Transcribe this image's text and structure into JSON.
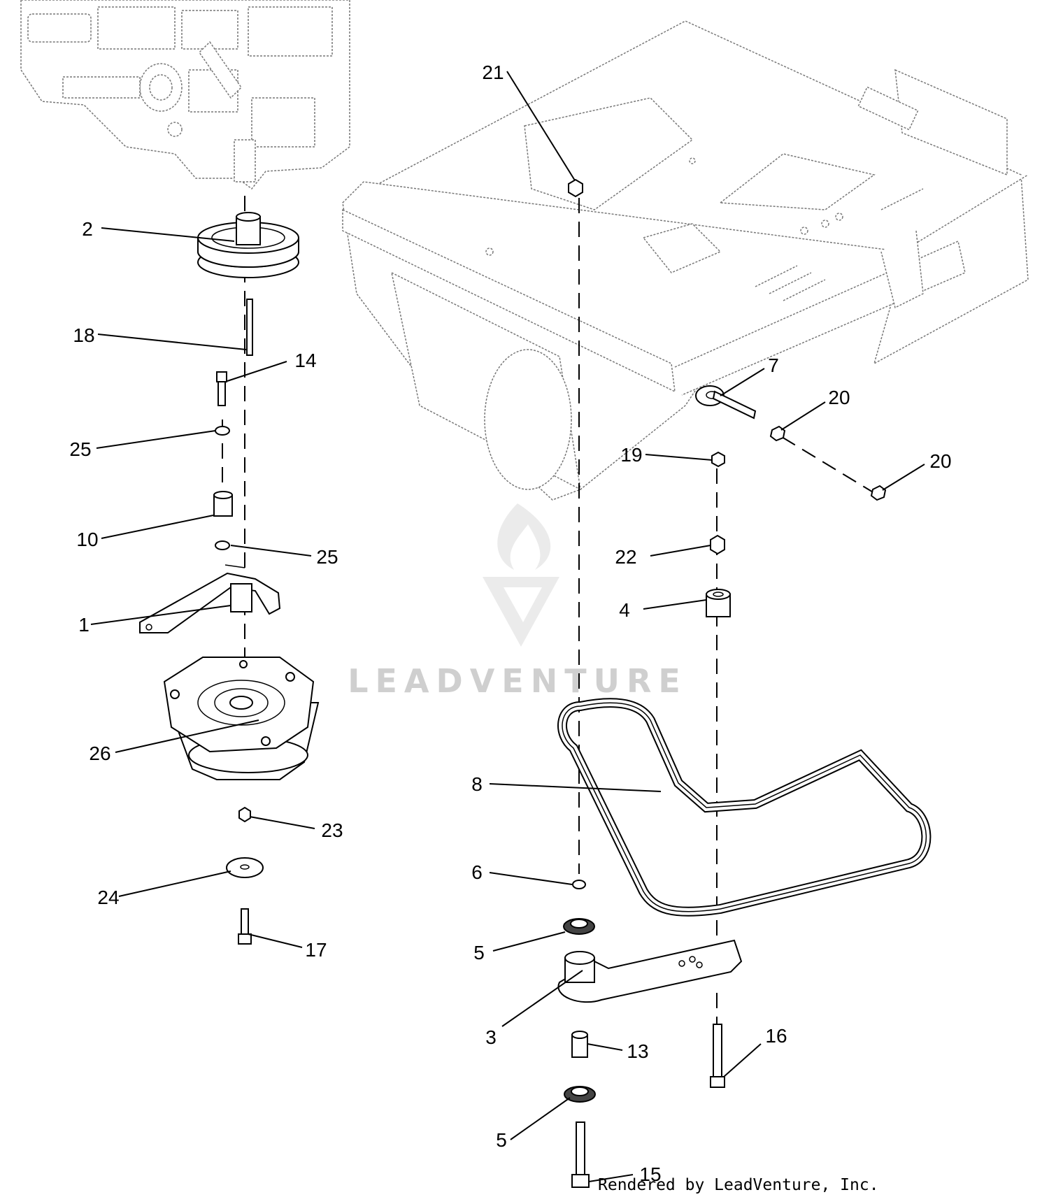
{
  "callouts": [
    "2",
    "18",
    "14",
    "25",
    "10",
    "25",
    "1",
    "26",
    "23",
    "24",
    "17",
    "21",
    "7",
    "20",
    "20",
    "19",
    "22",
    "4",
    "8",
    "6",
    "5",
    "3",
    "13",
    "5",
    "15",
    "16"
  ],
  "watermark": "LEADVENTURE",
  "credit": "Rendered by LeadVenture, Inc.",
  "colors": {
    "ink": "#000000",
    "watermark": "#cfcfcf",
    "background": "#ffffff"
  },
  "icons": [
    "engine",
    "engine-pulley",
    "clutch-bracket",
    "electric-clutch",
    "mower-frame",
    "idler-arm",
    "drive-belt",
    "bearing",
    "spacer",
    "bolt",
    "nut",
    "washer",
    "leadventure-logo"
  ]
}
